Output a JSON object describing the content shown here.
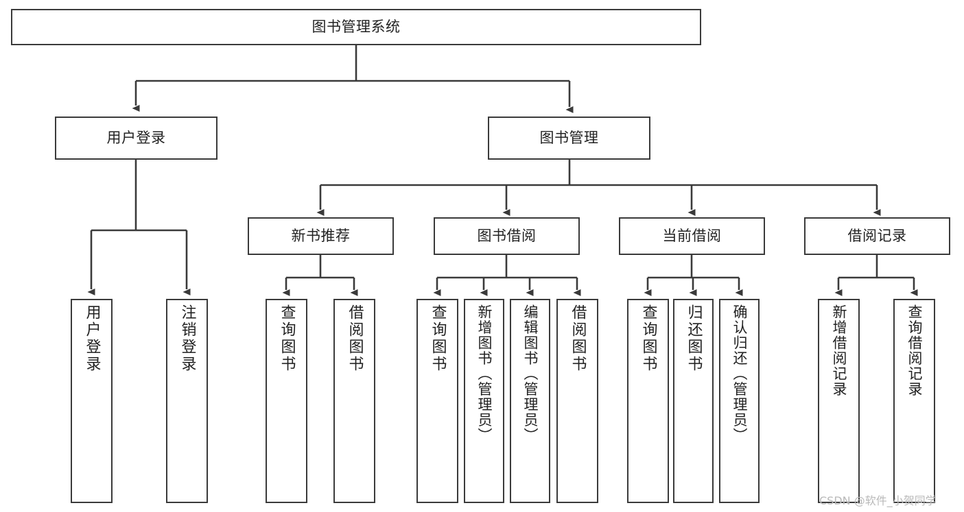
{
  "diagram": {
    "type": "tree-hierarchy",
    "title": "图书管理系统",
    "orientation": "top-down",
    "colors": {
      "box_border": "#3a3a3a",
      "box_fill": "#ffffff",
      "edge": "#3a3a3a",
      "text": "#222222",
      "watermark": "#b9b9b9",
      "background": "#ffffff"
    }
  },
  "root": {
    "id": "root",
    "label": "图书管理系统"
  },
  "level2": [
    {
      "id": "user-login",
      "label": "用户登录"
    },
    {
      "id": "book-management",
      "label": "图书管理"
    }
  ],
  "level3": [
    {
      "id": "new-book-recommend",
      "label": "新书推荐"
    },
    {
      "id": "book-borrow",
      "label": "图书借阅"
    },
    {
      "id": "current-borrow",
      "label": "当前借阅"
    },
    {
      "id": "borrow-record",
      "label": "借阅记录"
    }
  ],
  "leaves": {
    "user_login": [
      {
        "id": "leaf-user-login",
        "label": "用户登录"
      },
      {
        "id": "leaf-logout-login",
        "label": "注销登录"
      }
    ],
    "new_book_recommend": [
      {
        "id": "leaf-query-book-1",
        "label": "查询图书"
      },
      {
        "id": "leaf-borrow-book-1",
        "label": "借阅图书"
      }
    ],
    "book_borrow": [
      {
        "id": "leaf-query-book-2",
        "label": "查询图书"
      },
      {
        "id": "leaf-add-book",
        "label": "新增图书（管理员）"
      },
      {
        "id": "leaf-edit-book",
        "label": "编辑图书（管理员）"
      },
      {
        "id": "leaf-borrow-book-2",
        "label": "借阅图书"
      }
    ],
    "current_borrow": [
      {
        "id": "leaf-query-book-3",
        "label": "查询图书"
      },
      {
        "id": "leaf-return-book",
        "label": "归还图书"
      },
      {
        "id": "leaf-confirm-return",
        "label": "确认归还（管理员）"
      }
    ],
    "borrow_record": [
      {
        "id": "leaf-add-record",
        "label": "新增借阅记录"
      },
      {
        "id": "leaf-query-record",
        "label": "查询借阅记录"
      }
    ]
  },
  "watermark": {
    "text": "CSDN @软件_小贺同学"
  }
}
